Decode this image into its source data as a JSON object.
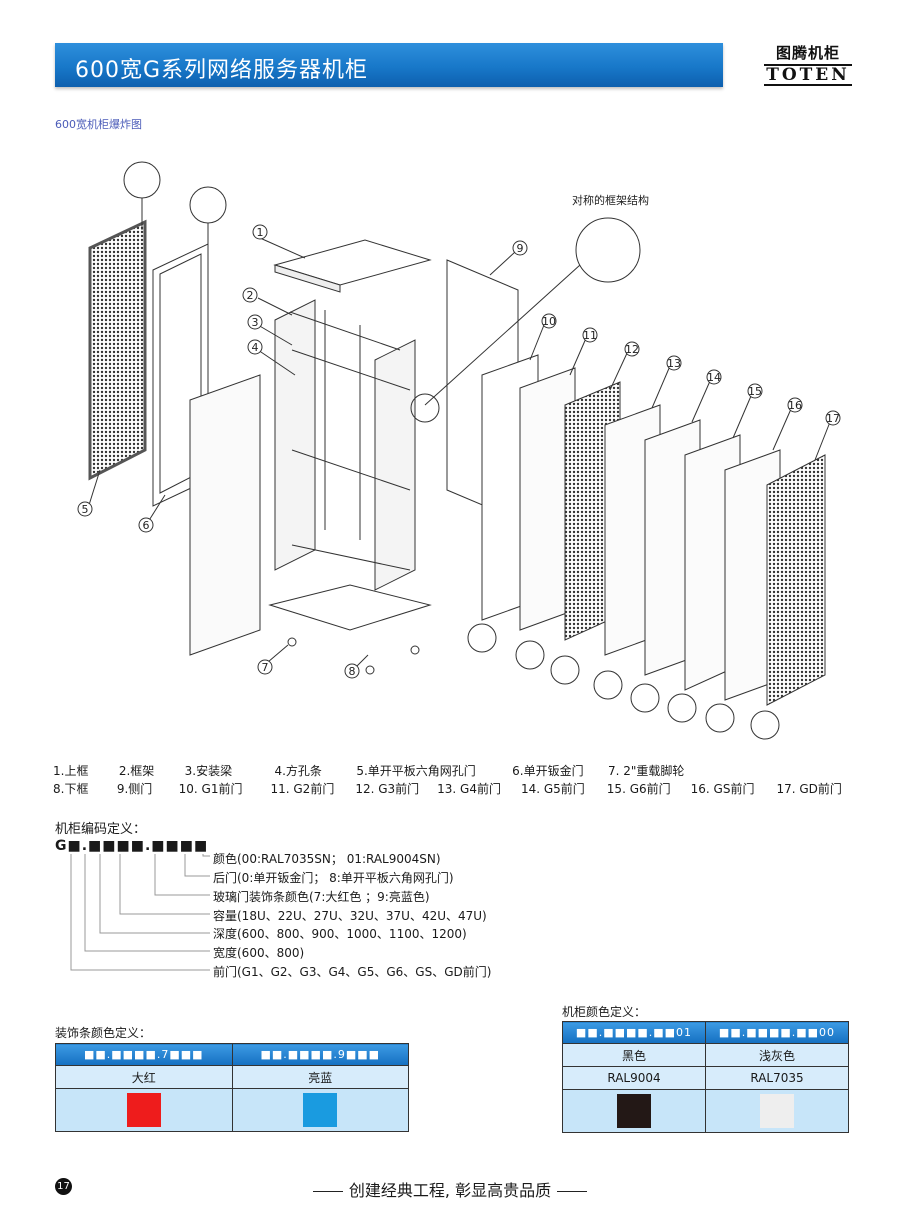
{
  "header": {
    "title": "600宽G系列网络服务器机柜"
  },
  "brand": {
    "cn": "图腾机柜",
    "en": "TOTEN"
  },
  "subtitle": "600宽机柜爆炸图",
  "diagram": {
    "frame_note": "对称的框架结构",
    "callouts": [
      "1",
      "2",
      "3",
      "4",
      "5",
      "6",
      "7",
      "8",
      "9",
      "10",
      "11",
      "12",
      "13",
      "14",
      "15",
      "16",
      "17"
    ]
  },
  "legend": {
    "row1": [
      "1.上框",
      "2.框架",
      "3.安装梁",
      "4.方孔条",
      "5.单开平板六角网孔门",
      "6.单开钣金门",
      "7. 2\"重载脚轮"
    ],
    "row2": [
      "8.下框",
      "9.侧门",
      "10. G1前门",
      "11. G2前门",
      "12. G3前门",
      "13. G4前门",
      "14. G5前门",
      "15. G6前门",
      "16. GS前门",
      "17. GD前门"
    ]
  },
  "code": {
    "title": "机柜编码定义：",
    "pattern": "G■.■■■■.■■■■",
    "items": [
      "颜色(00:RAL7035SN； 01:RAL9004SN)",
      "后门(0:单开钣金门； 8:单开平板六角网孔门)",
      "玻璃门装饰条颜色(7:大红色 ；9:亮蓝色)",
      "容量(18U、22U、27U、32U、37U、42U、47U)",
      "深度(600、800、900、1000、1100、1200)",
      "宽度(600、800)",
      "前门(G1、G2、G3、G4、G5、G6、GS、GD前门)"
    ]
  },
  "trim_colors": {
    "title": "装饰条颜色定义：",
    "columns": [
      {
        "code": "■■.■■■■.7■■■",
        "name": "大红",
        "color": "#ee1c1c"
      },
      {
        "code": "■■.■■■■.9■■■",
        "name": "亮蓝",
        "color": "#1a9be0"
      }
    ]
  },
  "cabinet_colors": {
    "title": "机柜颜色定义：",
    "columns": [
      {
        "code": "■■.■■■■.■■01",
        "name": "黑色",
        "ral": "RAL9004",
        "color": "#231816"
      },
      {
        "code": "■■.■■■■.■■00",
        "name": "浅灰色",
        "ral": "RAL7035",
        "color": "#eeeeee"
      }
    ]
  },
  "footer": {
    "page": "17",
    "slogan": "创建经典工程, 彰显高贵品质"
  }
}
